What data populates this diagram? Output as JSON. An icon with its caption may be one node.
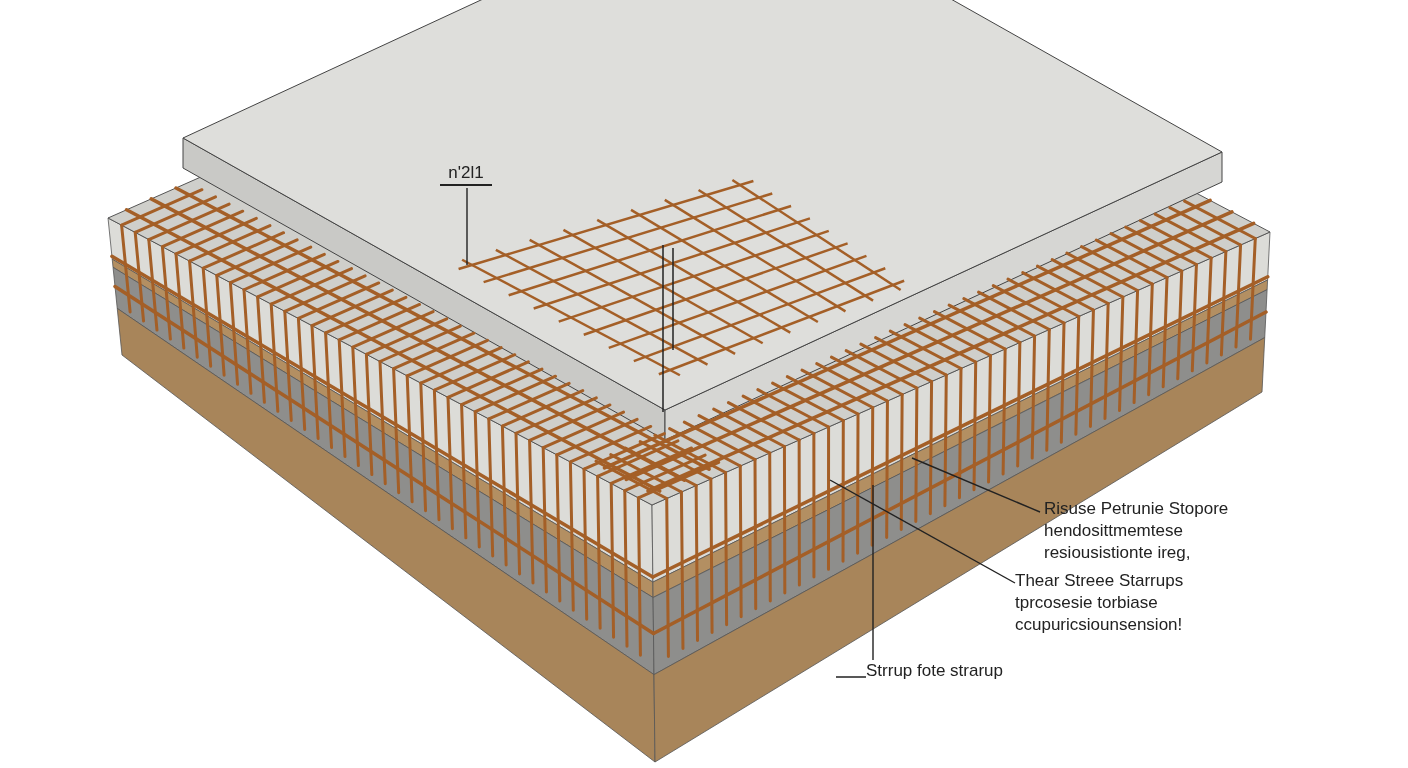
{
  "diagram": {
    "nodes": [
      {
        "text": [
          "n'2l1"
        ]
      },
      {
        "text": [
          "Risuse Petrunie Stopore hendosittmemtese resiousistionte ireg,"
        ]
      },
      {
        "text": [
          "Thear Streee Starrups tprcosesie torbiase ccupuricsiounsension!"
        ]
      },
      {
        "text": [
          "Strrup fote strarup"
        ]
      }
    ],
    "edges": [
      {
        "from": 0,
        "to": null,
        "arrow": "none"
      },
      {
        "from": 1,
        "to": null,
        "arrow": "none"
      },
      {
        "from": 2,
        "to": null,
        "arrow": "none"
      },
      {
        "from": 3,
        "to": null,
        "arrow": "none"
      }
    ]
  }
}
